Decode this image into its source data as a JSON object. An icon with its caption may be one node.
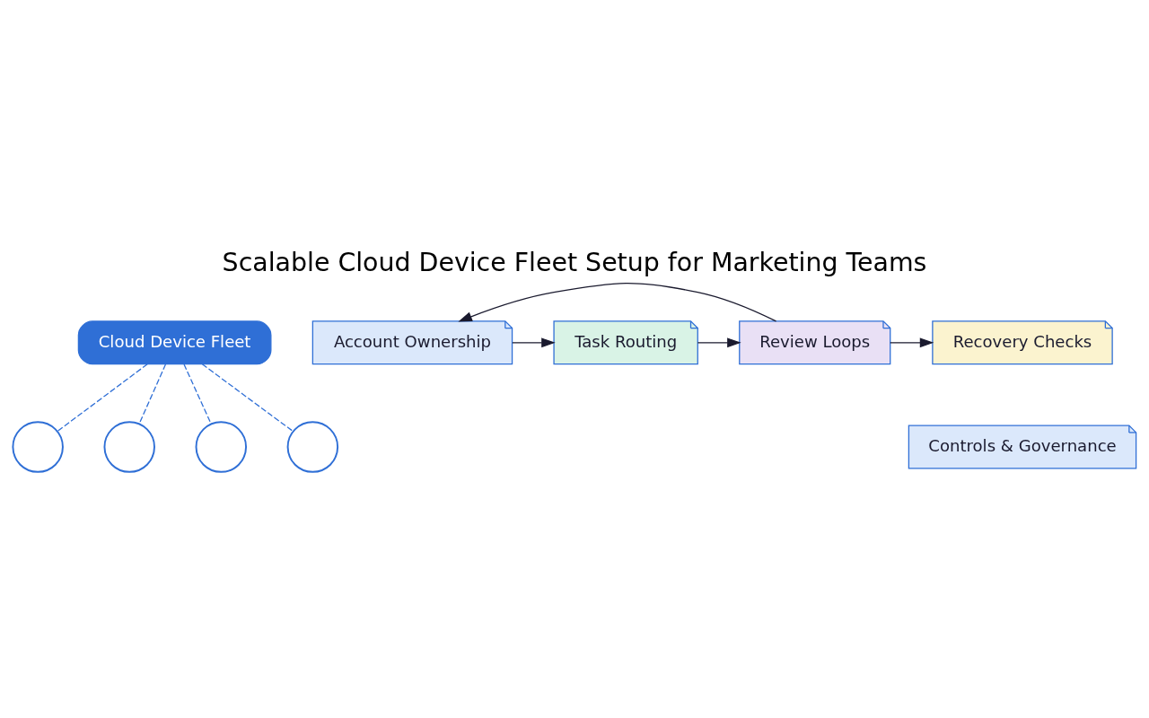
{
  "diagram": {
    "title": "Scalable Cloud Device Fleet Setup for Marketing Teams",
    "nodes": [
      {
        "text": [
          "Cloud Device Fleet"
        ]
      },
      {
        "text": [],
        "shape": "circle"
      },
      {
        "text": [],
        "shape": "circle"
      },
      {
        "text": [],
        "shape": "circle"
      },
      {
        "text": [],
        "shape": "circle"
      },
      {
        "text": [
          "Account Ownership"
        ]
      },
      {
        "text": [
          "Task Routing"
        ]
      },
      {
        "text": [
          "Review Loops"
        ]
      },
      {
        "text": [
          "Recovery Checks"
        ]
      },
      {
        "text": [
          "Controls & Governance"
        ]
      }
    ],
    "edges": [
      {
        "from": 0,
        "to": 1,
        "arrow": "none",
        "style": "dashed",
        "color": "#2f6fd6"
      },
      {
        "from": 0,
        "to": 2,
        "arrow": "none",
        "style": "dashed",
        "color": "#2f6fd6"
      },
      {
        "from": 0,
        "to": 3,
        "arrow": "none",
        "style": "dashed",
        "color": "#2f6fd6"
      },
      {
        "from": 0,
        "to": 4,
        "arrow": "none",
        "style": "dashed",
        "color": "#2f6fd6"
      },
      {
        "from": 5,
        "to": 6,
        "arrow": "to",
        "color": "#1a1a2e"
      },
      {
        "from": 6,
        "to": 7,
        "arrow": "to",
        "color": "#1a1a2e"
      },
      {
        "from": 7,
        "to": 8,
        "arrow": "to",
        "color": "#1a1a2e"
      },
      {
        "from": 7,
        "to": 5,
        "arrow": "to",
        "color": "#1a1a2e"
      }
    ]
  }
}
